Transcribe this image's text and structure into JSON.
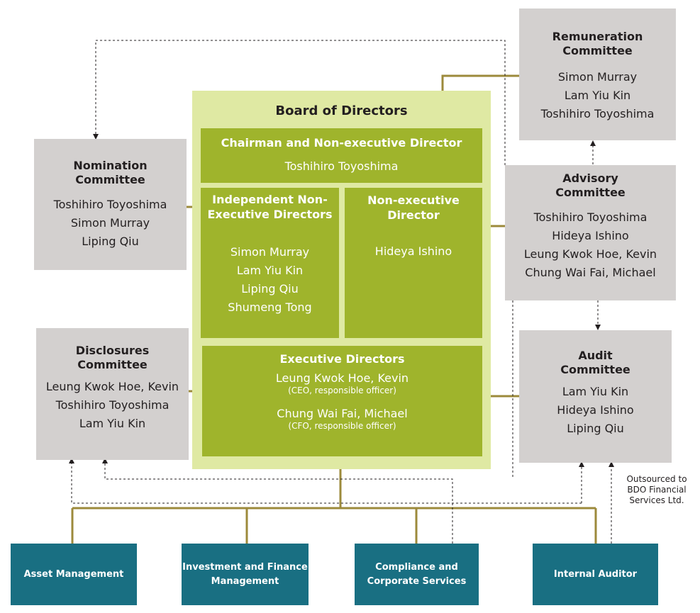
{
  "board": {
    "title": "Board of Directors",
    "chairman": {
      "title": "Chairman and Non-executive Director",
      "members": [
        "Toshihiro Toyoshima"
      ]
    },
    "independent": {
      "title_lines": [
        "Independent Non-",
        "Executive Directors"
      ],
      "members": [
        "Simon Murray",
        "Lam Yiu Kin",
        "Liping Qiu",
        "Shumeng Tong"
      ]
    },
    "nonexec": {
      "title_lines": [
        "Non-executive",
        "Director"
      ],
      "members": [
        "Hideya Ishino"
      ]
    },
    "executive": {
      "title": "Executive Directors",
      "members": [
        {
          "name": "Leung Kwok Hoe, Kevin",
          "role": "(CEO, responsible officer)"
        },
        {
          "name": "Chung Wai Fai, Michael",
          "role": "(CFO, responsible officer)"
        }
      ]
    }
  },
  "committees": {
    "remuneration": {
      "title_lines": [
        "Remuneration",
        "Committee"
      ],
      "members": [
        "Simon Murray",
        "Lam Yiu Kin",
        "Toshihiro Toyoshima"
      ]
    },
    "nomination": {
      "title_lines": [
        "Nomination",
        "Committee"
      ],
      "members": [
        "Toshihiro Toyoshima",
        "Simon Murray",
        "Liping Qiu"
      ]
    },
    "advisory": {
      "title_lines": [
        "Advisory",
        "Committee"
      ],
      "members": [
        "Toshihiro Toyoshima",
        "Hideya Ishino",
        "Leung Kwok Hoe, Kevin",
        "Chung Wai Fai, Michael"
      ]
    },
    "disclosures": {
      "title_lines": [
        "Disclosures",
        "Committee"
      ],
      "members": [
        "Leung Kwok Hoe, Kevin",
        "Toshihiro Toyoshima",
        "Lam Yiu Kin"
      ]
    },
    "audit": {
      "title_lines": [
        "Audit",
        "Committee"
      ],
      "members": [
        "Lam Yiu Kin",
        "Hideya Ishino",
        "Liping Qiu"
      ]
    }
  },
  "departments": {
    "asset": {
      "lines": [
        "Asset Management"
      ]
    },
    "investment": {
      "lines": [
        "Investment and Finance",
        "Management"
      ]
    },
    "compliance": {
      "lines": [
        "Compliance and",
        "Corporate Services"
      ]
    },
    "auditor": {
      "lines": [
        "Internal Auditor"
      ]
    }
  },
  "note": {
    "lines": [
      "Outsourced to",
      "BDO Financial",
      "Services Ltd."
    ]
  },
  "colors": {
    "solid_line": "#9c8a3b",
    "dashed_line": "#231f20",
    "committee_box": "#d3d0cf",
    "board_bg": "#dfe9a3",
    "board_section": "#9fb42c",
    "department_box": "#196f82"
  }
}
